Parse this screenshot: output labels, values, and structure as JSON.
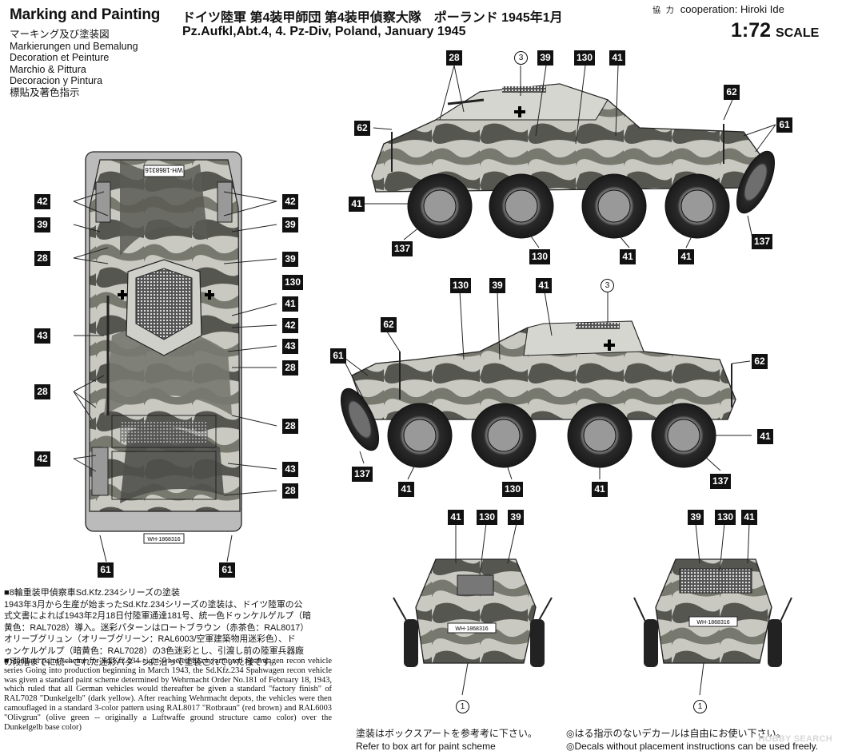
{
  "header": {
    "title": "Marking and Painting",
    "languages": [
      "マーキング及び塗装図",
      "Markierungen und Bemalung",
      "Decoration et Peinture",
      "Marchio & Pittura",
      "Decoracion y Pintura",
      "標貼及著色指示"
    ],
    "unit_jp": "ドイツ陸軍 第4装甲師団 第4装甲偵察大隊　ポーランド 1945年1月",
    "unit_en": "Pz.Aufkl,Abt.4, 4. Pz-Div,  Poland, January 1945",
    "cooperation_label": "協 力",
    "cooperation": "cooperation: Hiroki Ide",
    "scale": "1:72",
    "scale_word": "SCALE"
  },
  "callouts": {
    "c28": "28",
    "c39": "39",
    "c130": "130",
    "c41": "41",
    "c62": "62",
    "c61": "61",
    "c137": "137",
    "c42": "42",
    "c43": "43",
    "d1": "1",
    "d3": "3"
  },
  "plates": {
    "top": "WH-1868316",
    "front": "WH-1868316",
    "rear": "WH-1868316",
    "tail": "WH-1868316"
  },
  "notes": {
    "jp_head": "■8輪重装甲偵察車Sd.Kfz.234シリーズの塗装",
    "jp_l1": "1943年3月から生産が始まったSd.Kfz.234シリーズの塗装は、ドイツ陸軍の公",
    "jp_l2": "式文書によれば1943年2月18日付陸軍通達181号、統一色ドゥンケルゲルプ（暗",
    "jp_l3": "黄色：RAL7028）導入。迷彩パターンはロートブラウン（赤茶色：RAL8017）",
    "jp_l4": "オリーブグリュン（オリーブグリーン：RAL6003/空軍建築物用迷彩色）、ド",
    "jp_l5": "ゥンケルゲルプ（暗黄色：RAL7028）の3色迷彩とし、引渡し前の陸軍兵器廠",
    "jp_l6": "の段階までに統一された迷彩パターンに沿って塗装されていた様です。",
    "en": "■Standard paint scheme for Sd.Kfz.234 eight-wheeled heavy armored Spahwagen recon vehicle series Going into production beginning in March 1943, the Sd.Kfz.234 Spahwagen recon vehicle was given a standard paint scheme determined by Wehrmacht Order No.181 of February 18, 1943, which ruled that all German vehicles would thereafter be given a standard \"factory finish\" of RAL7028 \"Dunkelgelb\" (dark yellow). After reaching Wehrmacht depots, the vehicles were then camouflaged in a standard 3-color pattern using RAL8017 \"Rotbraun\" (red brown) and RAL6003 \"Olivgrun\" (olive green -- originally a Luftwaffe ground structure camo color) over the Dunkelgelb base color)"
  },
  "footer": {
    "paint_jp": "塗装はボックスアートを参考考に下さい。",
    "paint_en": "Refer to box art for paint scheme",
    "decal_jp": "◎はる指示のないデカールは自由にお使い下さい。",
    "decal_en": "◎Decals without placement instructions can be used freely."
  },
  "watermark": "HOBBY SEARCH",
  "colors": {
    "dunkelgelb": "#bdbdb5",
    "olivgrun": "#7e8378",
    "rotbraun": "#5b5a55",
    "light": "#e4e4e0",
    "outline": "#222222"
  }
}
